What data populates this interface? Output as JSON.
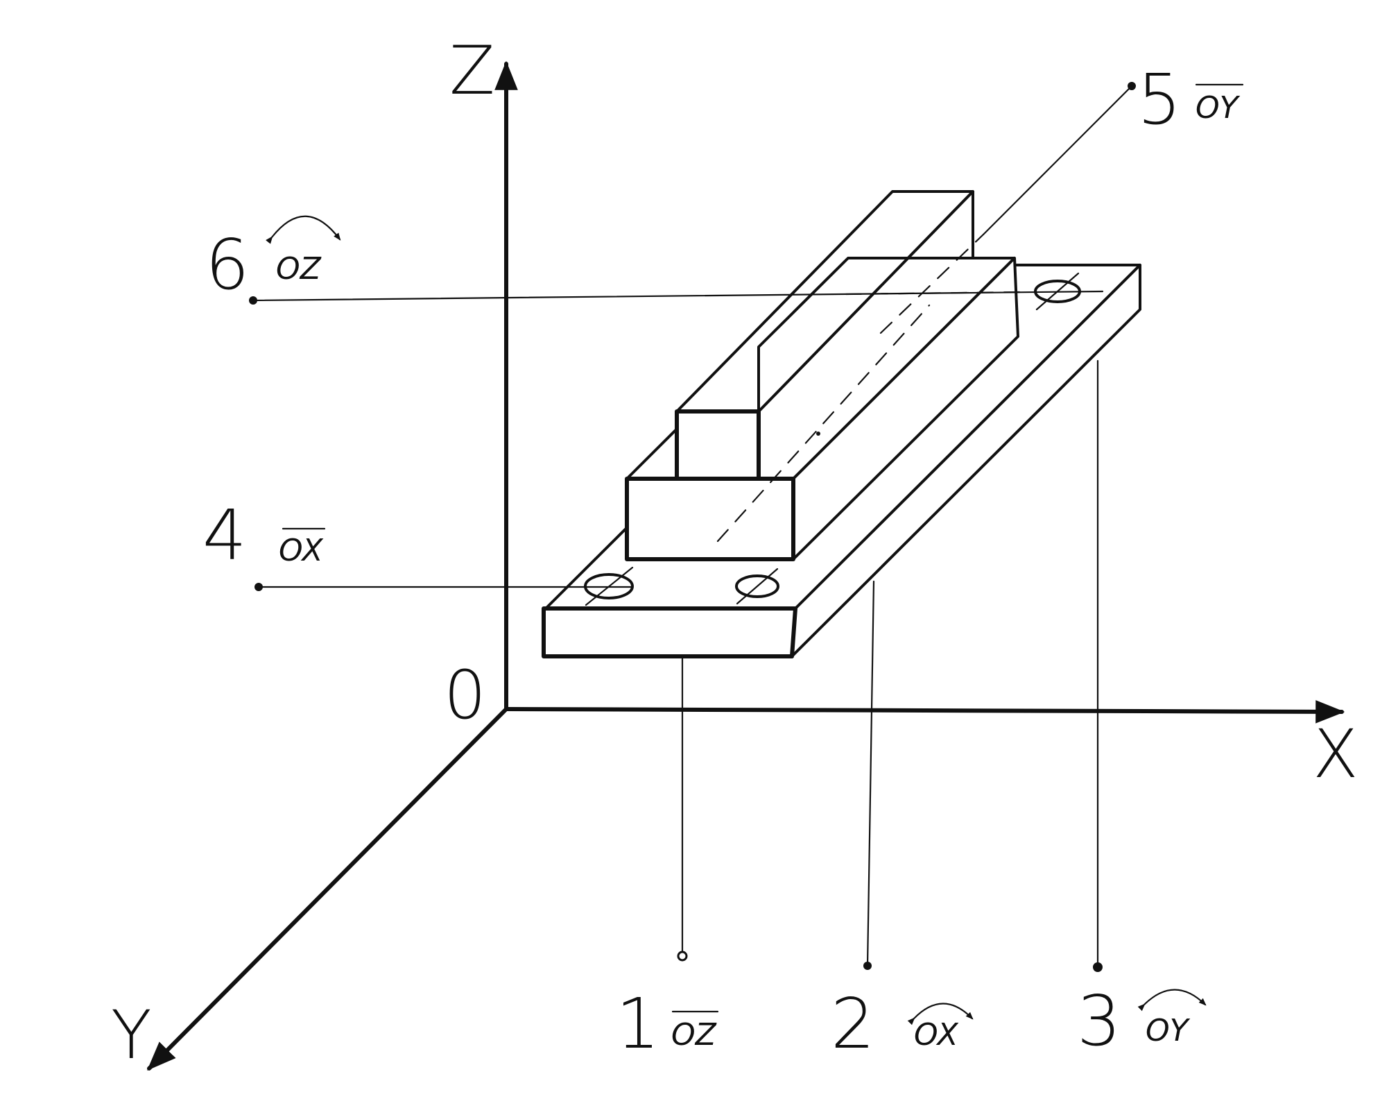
{
  "axes": {
    "z": "Z",
    "x": "X",
    "y": "Y",
    "origin": "0"
  },
  "points": [
    {
      "id": "1",
      "number": "1",
      "axis": "OZ",
      "motion": "translation"
    },
    {
      "id": "2",
      "number": "2",
      "axis": "OX",
      "motion": "rotation"
    },
    {
      "id": "3",
      "number": "3",
      "axis": "OY",
      "motion": "rotation"
    },
    {
      "id": "4",
      "number": "4",
      "axis": "OX",
      "motion": "translation"
    },
    {
      "id": "5",
      "number": "5",
      "axis": "OY",
      "motion": "translation"
    },
    {
      "id": "6",
      "number": "6",
      "axis": "OZ",
      "motion": "rotation"
    }
  ],
  "colors": {
    "ink": "#111111",
    "paper": "#ffffff"
  }
}
